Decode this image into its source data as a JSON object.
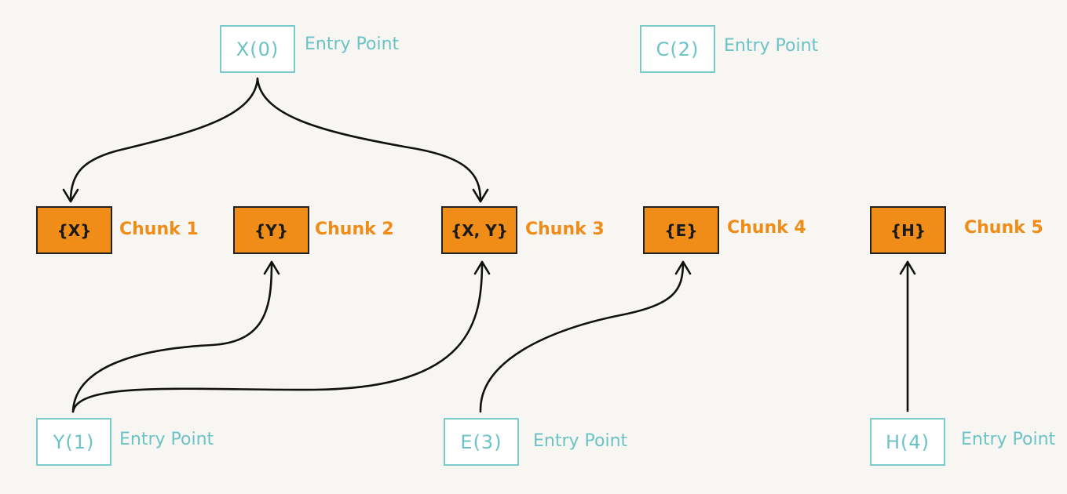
{
  "entries": [
    {
      "id": "x",
      "text": "X(0)",
      "label": "Entry Point"
    },
    {
      "id": "c",
      "text": "C(2)",
      "label": "Entry Point"
    },
    {
      "id": "y",
      "text": "Y(1)",
      "label": "Entry Point"
    },
    {
      "id": "e",
      "text": "E(3)",
      "label": "Entry Point"
    },
    {
      "id": "h",
      "text": "H(4)",
      "label": "Entry Point"
    }
  ],
  "chunks": [
    {
      "id": "1",
      "text": "{X}",
      "label": "Chunk 1"
    },
    {
      "id": "2",
      "text": "{Y}",
      "label": "Chunk 2"
    },
    {
      "id": "3",
      "text": "{X, Y}",
      "label": "Chunk 3"
    },
    {
      "id": "4",
      "text": "{E}",
      "label": "Chunk 4"
    },
    {
      "id": "5",
      "text": "{H}",
      "label": "Chunk 5"
    }
  ],
  "colors": {
    "entry_border": "#7ccbcb",
    "entry_text": "#6cc3c5",
    "chunk_fill": "#f08c18",
    "chunk_label": "#f08c18",
    "edge": "#111111",
    "background": "#f7f6f2"
  },
  "edges": [
    {
      "from": "X(0)",
      "to": "Chunk 1"
    },
    {
      "from": "X(0)",
      "to": "Chunk 3"
    },
    {
      "from": "Y(1)",
      "to": "Chunk 2"
    },
    {
      "from": "Y(1)",
      "to": "Chunk 3"
    },
    {
      "from": "E(3)",
      "to": "Chunk 4"
    },
    {
      "from": "H(4)",
      "to": "Chunk 5"
    }
  ]
}
